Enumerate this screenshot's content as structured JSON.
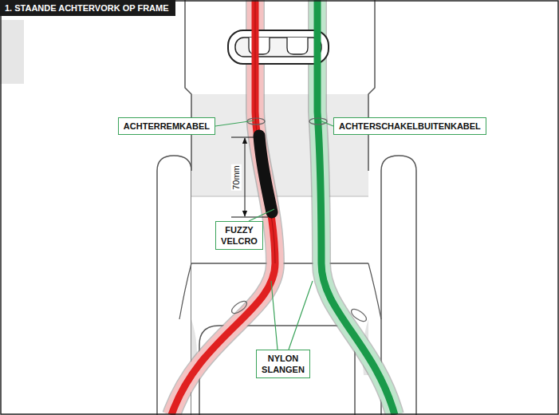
{
  "diagram": {
    "title": "1. STAANDE ACHTERVORK OP FRAME",
    "nodes": [
      {
        "text": [
          "ACHTERREMKABEL"
        ]
      },
      {
        "text": [
          "ACHTERSCHAKELBUITENKABEL"
        ]
      },
      {
        "text": [
          "FUZZY VELCRO"
        ]
      },
      {
        "text": [
          "NYLON SLANGEN"
        ]
      }
    ],
    "labels": [
      "70mm"
    ]
  }
}
